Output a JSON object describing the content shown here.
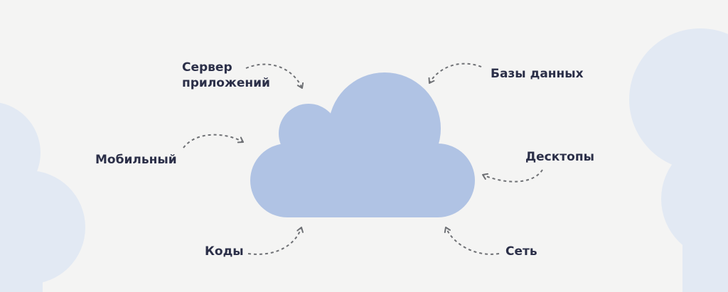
{
  "colors": {
    "background": "#f4f4f3",
    "cloud": "#b0c3e4",
    "side_clouds": "#e2e9f3",
    "text": "#2b2f48",
    "arrow": "#6f7175"
  },
  "labels": {
    "server_line1": "Сервер",
    "server_line2": "приложений",
    "databases": "Базы данных",
    "mobile": "Мобильный",
    "desktops": "Десктопы",
    "codes": "Коды",
    "network": "Сеть"
  }
}
